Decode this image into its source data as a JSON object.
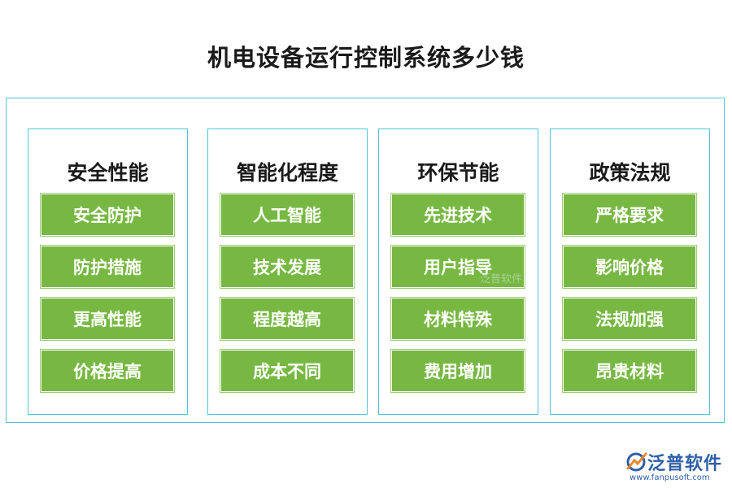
{
  "title": "机电设备运行控制系统多少钱",
  "columns": [
    {
      "heading": "安全性能",
      "items": [
        "安全防护",
        "防护措施",
        "更高性能",
        "价格提高"
      ]
    },
    {
      "heading": "智能化程度",
      "items": [
        "人工智能",
        "技术发展",
        "程度越高",
        "成本不同"
      ]
    },
    {
      "heading": "环保节能",
      "items": [
        "先进技术",
        "用户指导",
        "材料特殊",
        "费用增加"
      ]
    },
    {
      "heading": "政策法规",
      "items": [
        "严格要求",
        "影响价格",
        "法规加强",
        "昂贵材料"
      ]
    }
  ],
  "watermark": "泛普软件",
  "logo": {
    "name": "泛普软件",
    "url": "www.fanpusoft.com"
  },
  "colors": {
    "frame": "#4cc6d6",
    "item_fill": "#77b843",
    "item_text": "#ffffff",
    "brand": "#2f5fa8"
  }
}
